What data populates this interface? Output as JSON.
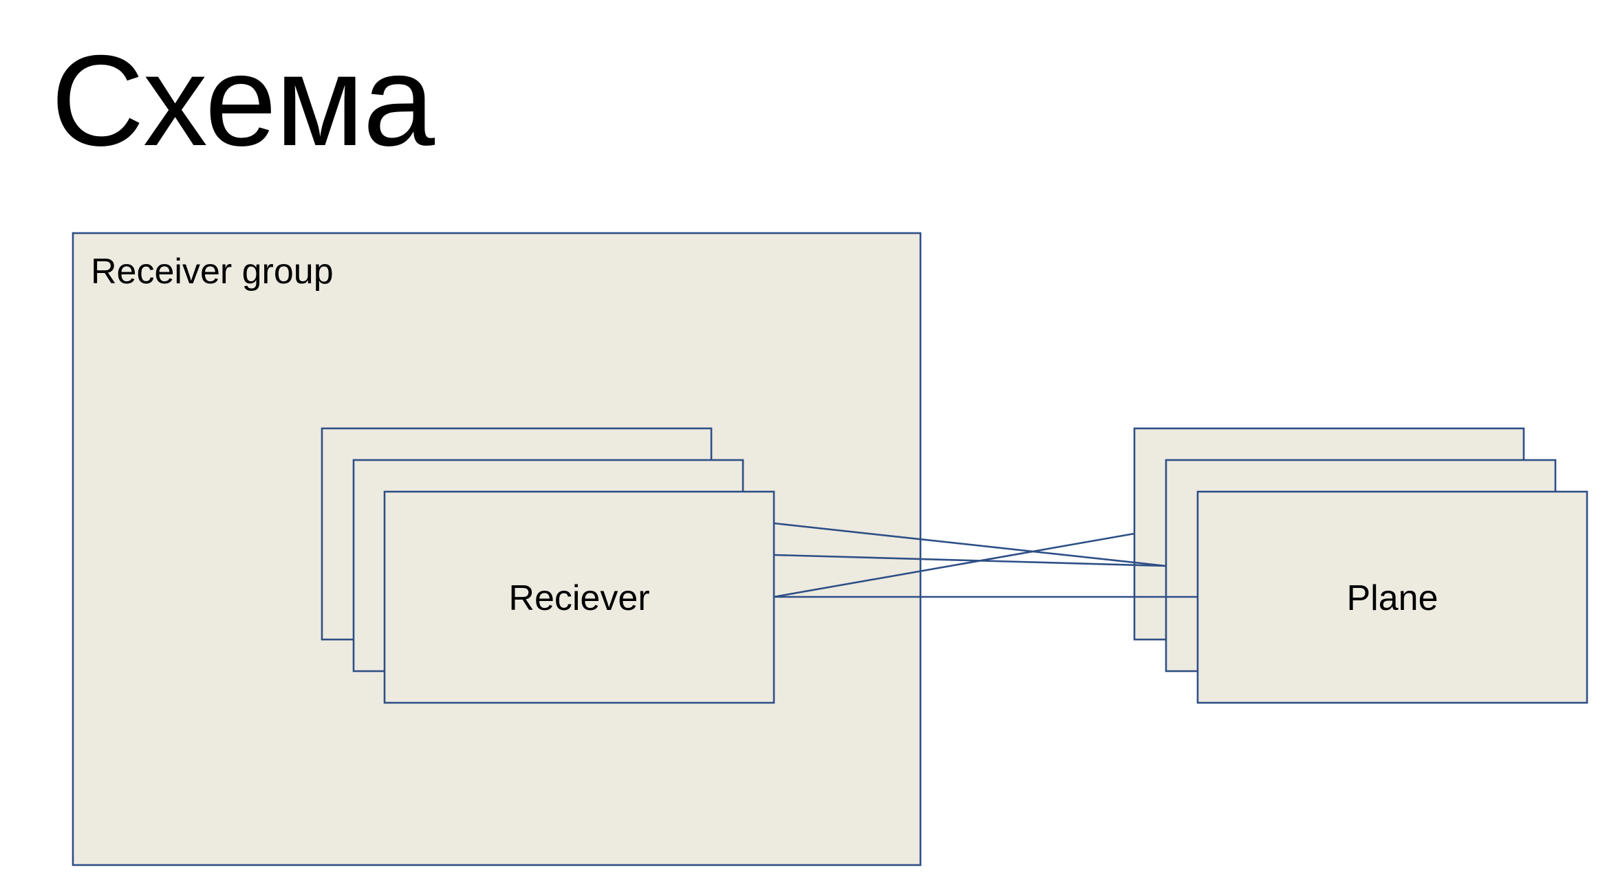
{
  "slide": {
    "title": "Схема"
  },
  "diagram": {
    "group_label": "Receiver group",
    "receiver_label": "Reciever",
    "plane_label": "Plane"
  },
  "colors": {
    "box_fill": "#edeae0",
    "stroke": "#2e4f86",
    "text": "#000000",
    "background": "#ffffff"
  }
}
